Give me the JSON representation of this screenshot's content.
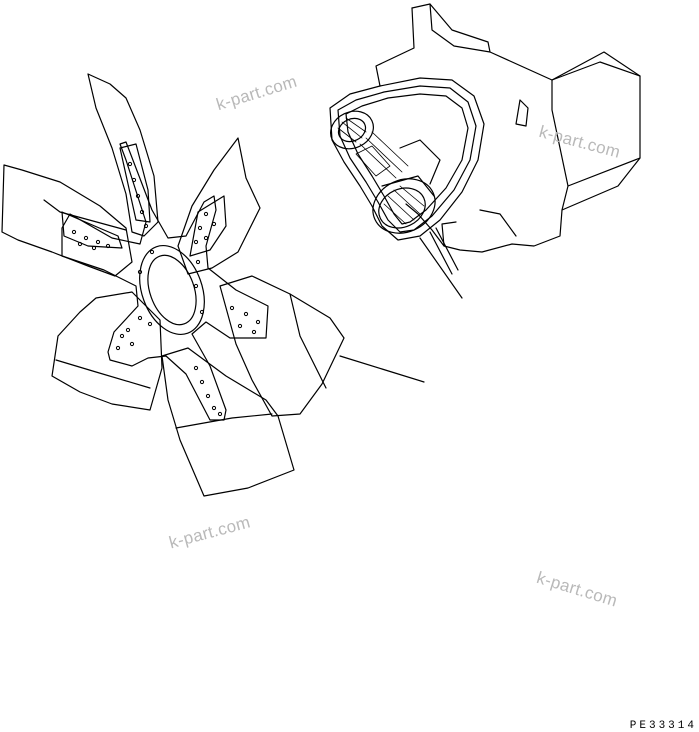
{
  "figure_code": "PE33314",
  "watermarks": [
    "k-part.com",
    "k-part.com",
    "k-part.com",
    "k-part.com"
  ],
  "parts": [
    {
      "name": "cooling-fan",
      "icon": "fan-icon"
    },
    {
      "name": "fan-belt",
      "icon": "belt-icon"
    }
  ],
  "colors": {
    "line": "#000000",
    "watermark": "#b9b9b9",
    "background": "#ffffff"
  }
}
